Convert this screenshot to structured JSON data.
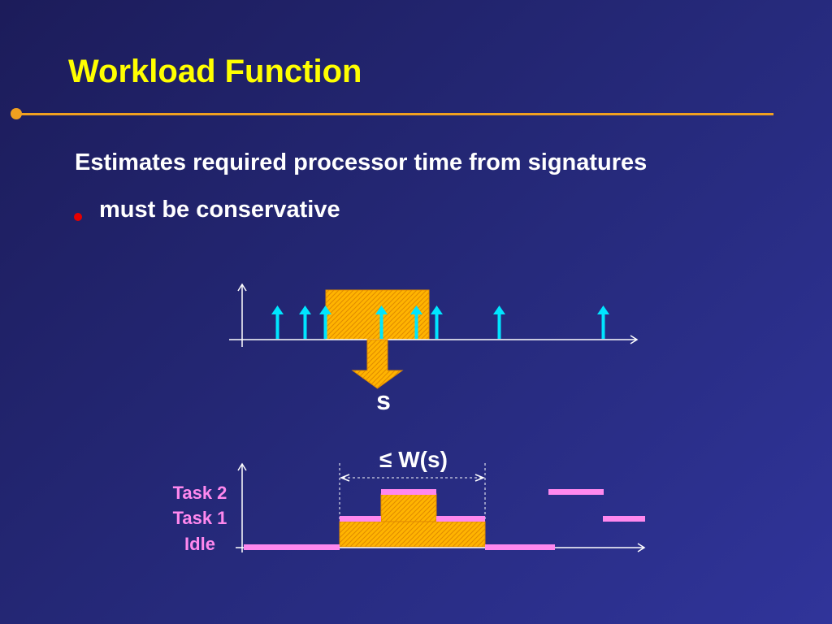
{
  "slide": {
    "title": "Workload Function",
    "subtitle": "Estimates required processor time from signatures",
    "bullet": "must be conservative"
  },
  "diagram": {
    "signature_label": "s",
    "workload_label": "≤ W(s)",
    "task_labels": [
      "Task 2",
      "Task 1",
      "Idle"
    ]
  },
  "colors": {
    "title": "#ffff00",
    "accent_rule": "#f0a020",
    "bullet": "#e60000",
    "arrow_cyan": "#00e5ff",
    "window_fill": "#ffb400",
    "task_pink": "#ff88ee"
  }
}
